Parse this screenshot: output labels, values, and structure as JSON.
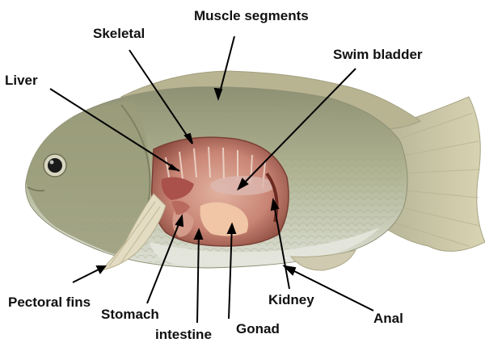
{
  "labels": {
    "skeletal": "Skeletal",
    "muscle_segments": "Muscle segments",
    "swim_bladder": "Swim bladder",
    "liver": "Liver",
    "pectoral_fins": "Pectoral fins",
    "stomach": "Stomach",
    "intestine": "intestine",
    "gonad": "Gonad",
    "kidney": "Kidney",
    "anal": "Anal"
  },
  "colors": {
    "background": "#ffffff",
    "body_scales": "#a9ad8a",
    "belly": "#d8ddd0",
    "cavity_flesh": "#c77f70",
    "fin": "#cfc9a3",
    "label_text": "#111111",
    "leader_line": "#000000"
  }
}
